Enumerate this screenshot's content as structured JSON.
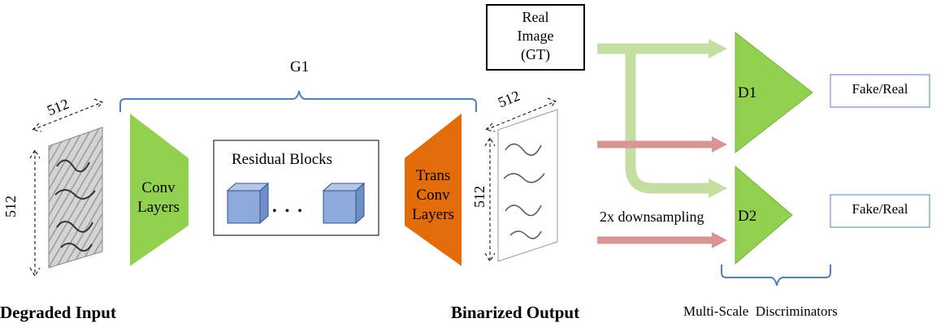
{
  "labels": {
    "g1": "G1",
    "dim_input_top": "512",
    "dim_input_side": "512",
    "dim_output_top": "512",
    "dim_output_side": "512",
    "conv_line1": "Conv",
    "conv_line2": "Layers",
    "residual": "Residual Blocks",
    "ellipsis": "• • •",
    "trans_line1": "Trans",
    "trans_line2": "Conv",
    "trans_line3": "Layers",
    "real_line1": "Real",
    "real_line2": "Image",
    "real_line3": "(GT)",
    "d1": "D1",
    "d2": "D2",
    "fake_real_1": "Fake/Real",
    "fake_real_2": "Fake/Real",
    "downsampling": "2x downsampling",
    "degraded_input": "Degraded Input",
    "binarized_output": "Binarized Output",
    "multi_scale": "Multi-Scale  Discriminators"
  },
  "colors": {
    "conv_green": "#92d050",
    "trans_orange": "#e36c0a",
    "cube_blue": "#8eaadb",
    "brace_blue": "#4f81bd",
    "arrow_green": "#c3dea0",
    "arrow_red": "#d99594"
  }
}
